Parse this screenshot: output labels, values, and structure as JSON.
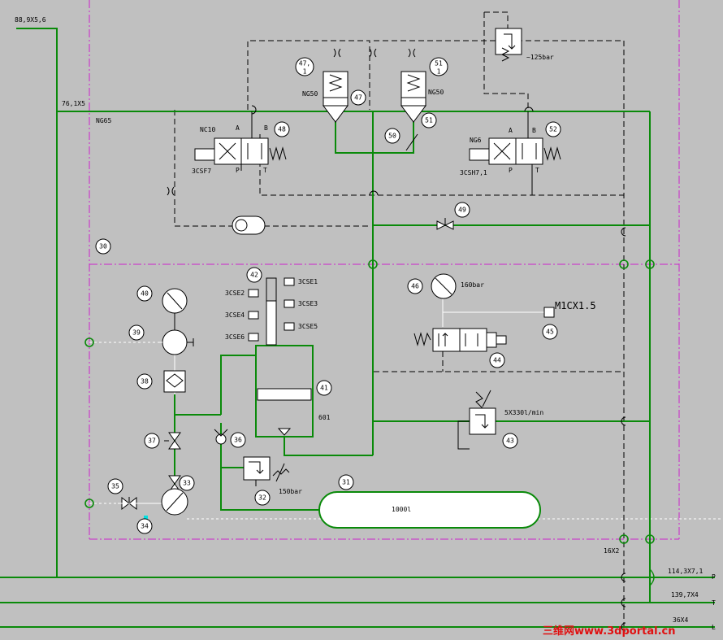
{
  "labels": {
    "top_left_code": "88,9X5,6",
    "line_code": "76,1X5",
    "ng65": "NG65",
    "ng50_left": "NG50",
    "ng50_right": "NG50",
    "nc10": "NC10",
    "ng6": "NG6",
    "sol_left": "3CSF7",
    "sol_right": "3CSH7,1",
    "relief_setting": "~125bar",
    "gauge46_setting": "160bar",
    "motor_label": "M1CX1.5",
    "flow_valve_spec": "5X330l/min",
    "tank_601": "601",
    "relief_32": "150bar",
    "accumulator": "1000l",
    "port_p": "P",
    "port_t": "T",
    "port_l": "L",
    "line_p_code": "114,3X7,1",
    "line_t_code": "139,7X4",
    "line_l_code": "36X4",
    "line_16x2": "16X2",
    "sw_3cse1": "3CSE1",
    "sw_3cse2": "3CSE2",
    "sw_3cse3": "3CSE3",
    "sw_3cse4": "3CSE4",
    "sw_3cse5": "3CSE5",
    "sw_3cse6": "3CSE6",
    "port_a_left": "A",
    "port_b_left": "B",
    "port_p_left": "P",
    "port_t_left": "T",
    "port_a_right": "A",
    "port_b_right": "B",
    "port_p_right": "P",
    "port_t_right": "T"
  },
  "bubbles": {
    "b47_1_top": "47,",
    "b47_1_bot": "1",
    "b51_1_top": "51",
    "b51_1_bot": "1",
    "b47": "47",
    "b48": "48",
    "b50": "50",
    "b51": "51",
    "b52": "52",
    "b49": "49",
    "b30": "30",
    "b40": "40",
    "b39": "39",
    "b38": "38",
    "b42": "42",
    "b41": "41",
    "b46": "46",
    "b45": "45",
    "b44": "44",
    "b43": "43",
    "b37": "37",
    "b36": "36",
    "b35": "35",
    "b33": "33",
    "b34": "34",
    "b32": "32",
    "b31": "31"
  },
  "watermark": "三维网www.3dportal.cn",
  "colors": {
    "background": "#c0c0c0",
    "pipe": "#0a8a0a",
    "boundary": "#cc22cc",
    "watermark": "#e01010"
  }
}
